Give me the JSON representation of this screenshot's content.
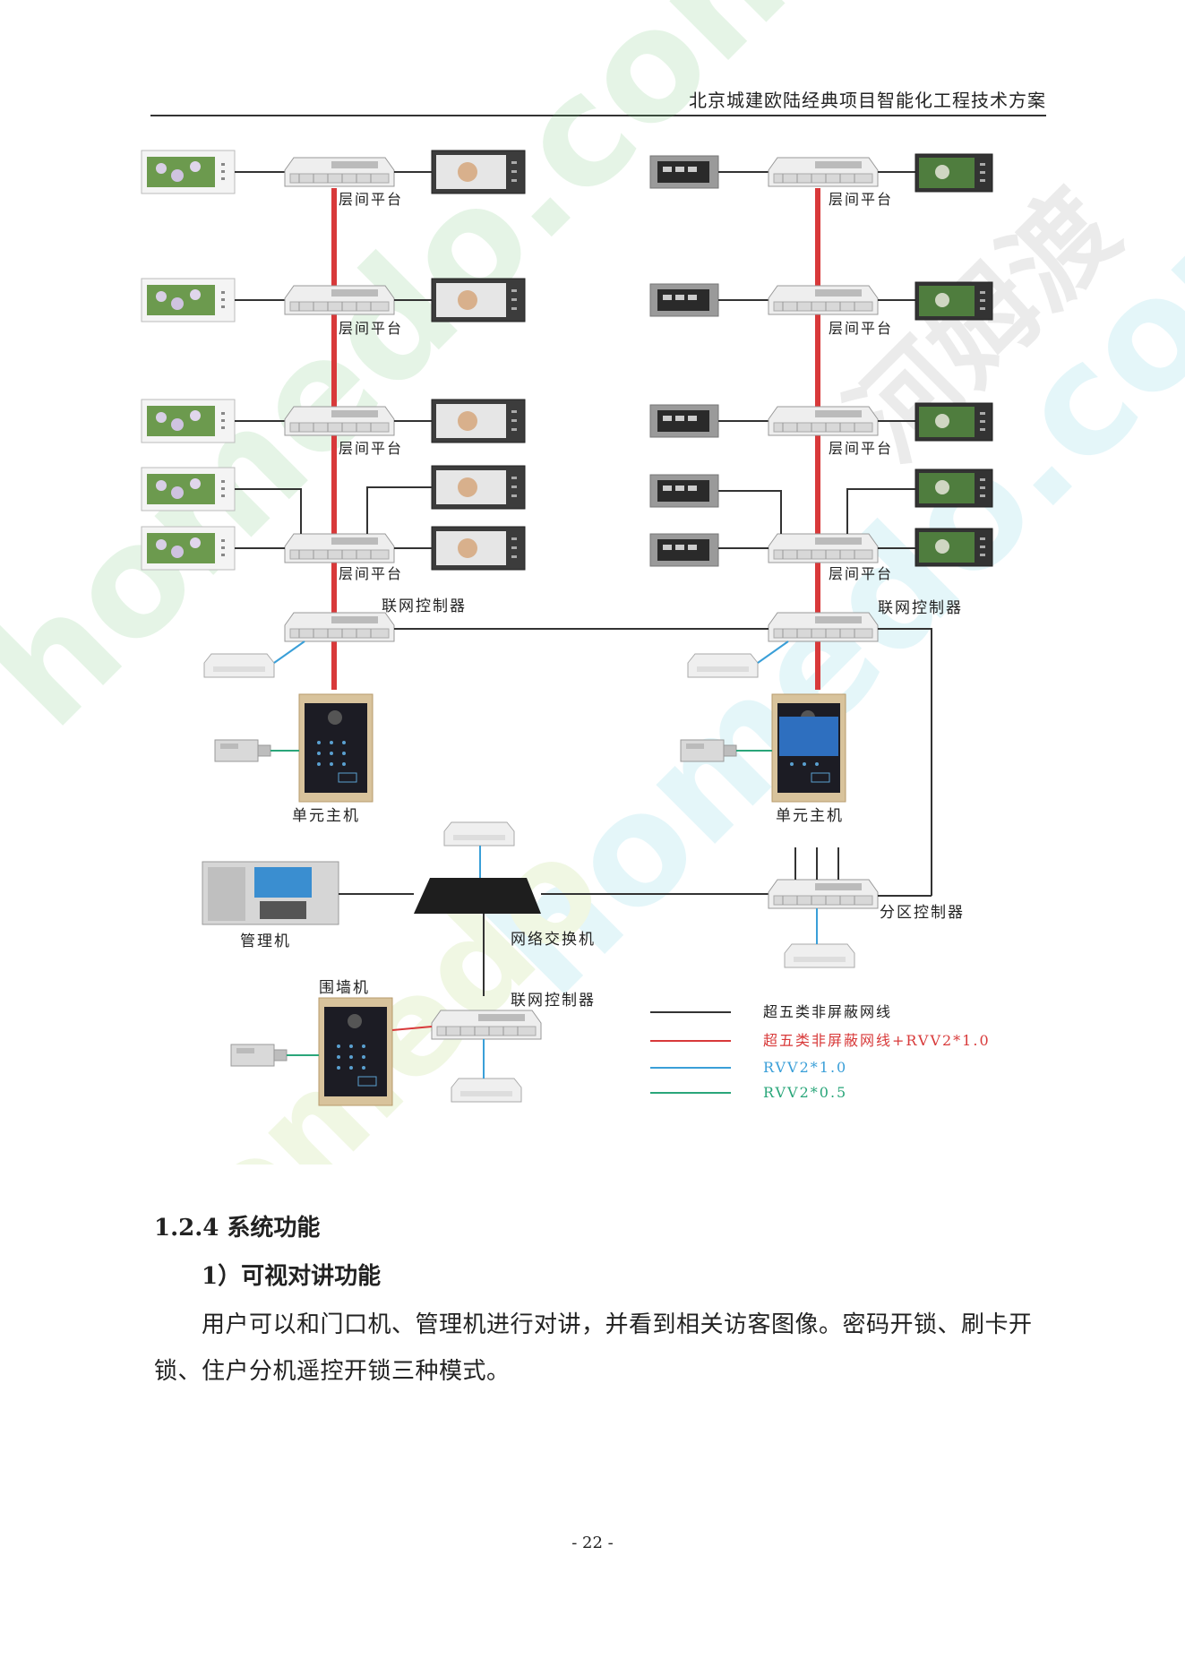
{
  "header": {
    "title": "北京城建欧陆经典项目智能化工程技术方案"
  },
  "diagram": {
    "labels": {
      "floor_platform": "层间平台",
      "network_controller": "联网控制器",
      "unit_host": "单元主机",
      "management": "管理机",
      "switch": "网络交换机",
      "zone_controller": "分区控制器",
      "wall_unit": "围墙机"
    },
    "legend": [
      {
        "text": "超五类非屏蔽网线",
        "color": "#333333"
      },
      {
        "text": "超五类非屏蔽网线+RVV2*1.0",
        "color": "#d83a3a"
      },
      {
        "text": "RVV2*1.0",
        "color": "#3a9fd8"
      },
      {
        "text": "RVV2*0.5",
        "color": "#2aa67a"
      }
    ],
    "colors": {
      "bus": "#d8393a",
      "cat5": "#333333",
      "rvv10": "#3a9fd8",
      "rvv05": "#2aa67a"
    }
  },
  "section": {
    "heading": "1.2.4 系统功能",
    "sub_heading": "1）可视对讲功能"
  },
  "body": {
    "line1": "用户可以和门口机、管理机进行对讲，并看到相关访客图像。密码开锁、刷卡开",
    "line2": "锁、住户分机遥控开锁三种模式。"
  },
  "footer": {
    "page_number": "- 22 -"
  }
}
